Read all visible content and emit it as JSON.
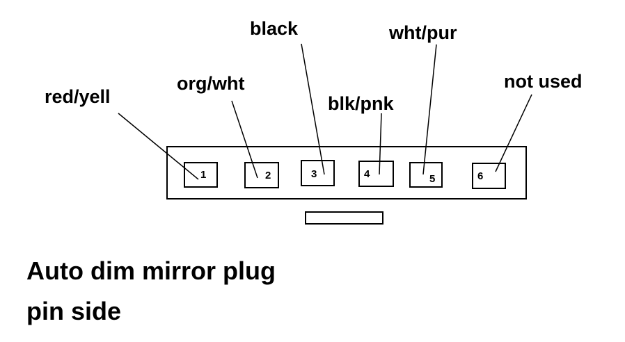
{
  "diagram": {
    "wire_labels": [
      "red/yell",
      "org/wht",
      "black",
      "blk/pnk",
      "wht/pur",
      "not used"
    ],
    "pin_numbers": [
      "1",
      "2",
      "3",
      "4",
      "5",
      "6"
    ]
  },
  "caption": {
    "line1": "Auto dim mirror plug",
    "line2": "pin side"
  }
}
